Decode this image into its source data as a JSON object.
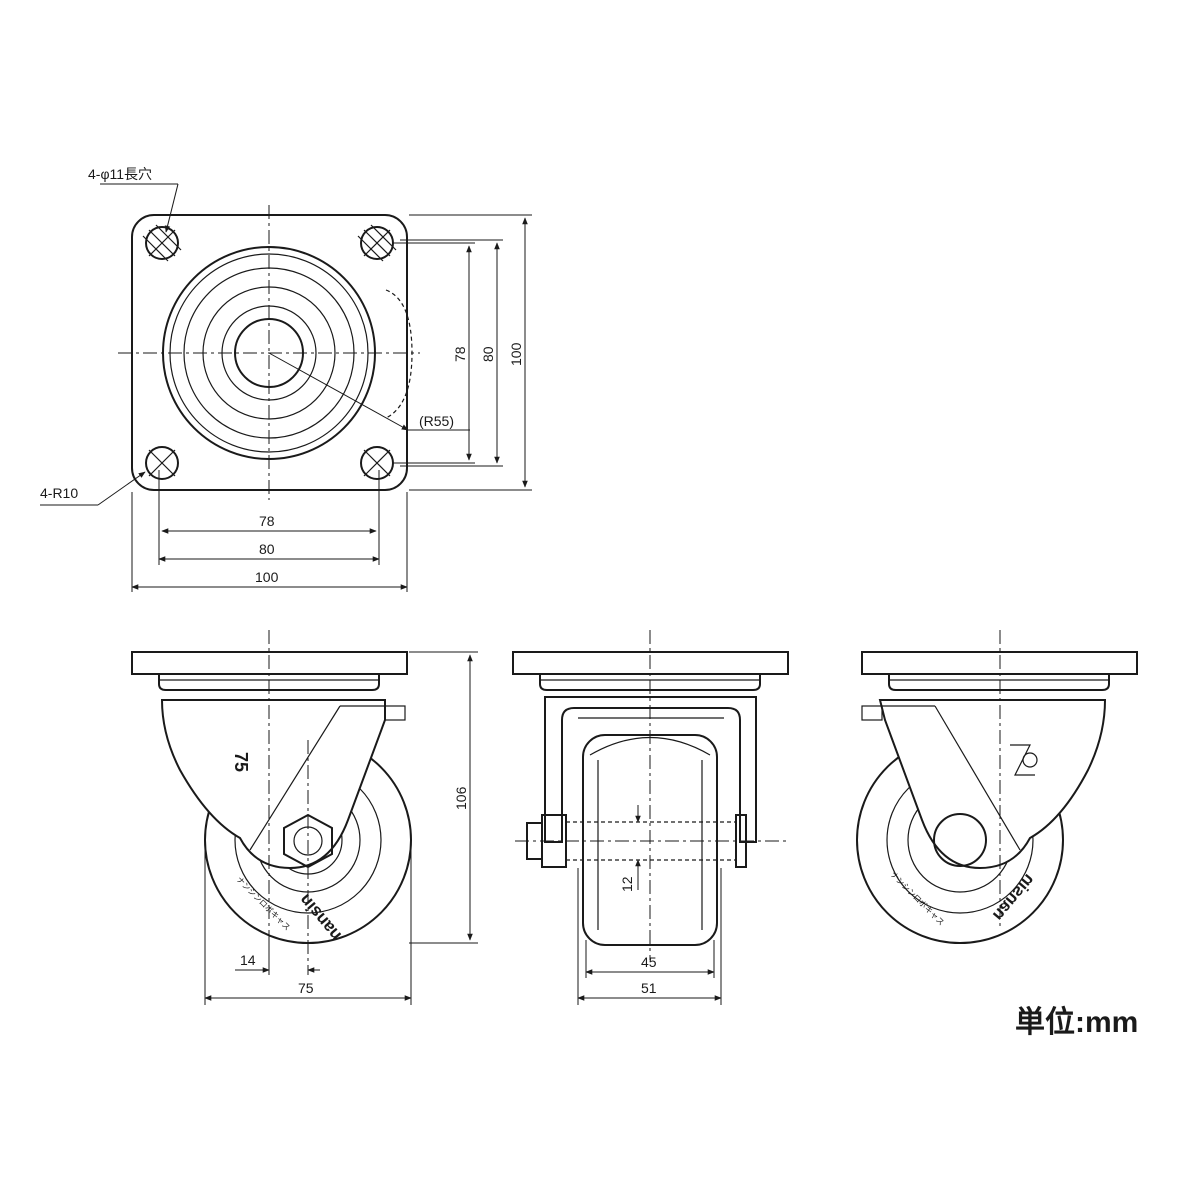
{
  "top_view": {
    "holes_label": "4-φ11長穴",
    "corner_label": "4-R10",
    "radius_label": "(R55)",
    "dim_v_78": "78",
    "dim_v_80": "80",
    "dim_v_100": "100",
    "dim_h_78": "78",
    "dim_h_80": "80",
    "dim_h_100": "100"
  },
  "side_view": {
    "height": "106",
    "offset": "14",
    "wheel_dia": "75",
    "wheel_text": "nansin",
    "wheel_small": "ナンシンロボキャス",
    "fork_mark": "75"
  },
  "front_view": {
    "axle": "12",
    "wheel_width": "45",
    "overall_width": "51"
  },
  "unit_label": "単位:mm"
}
